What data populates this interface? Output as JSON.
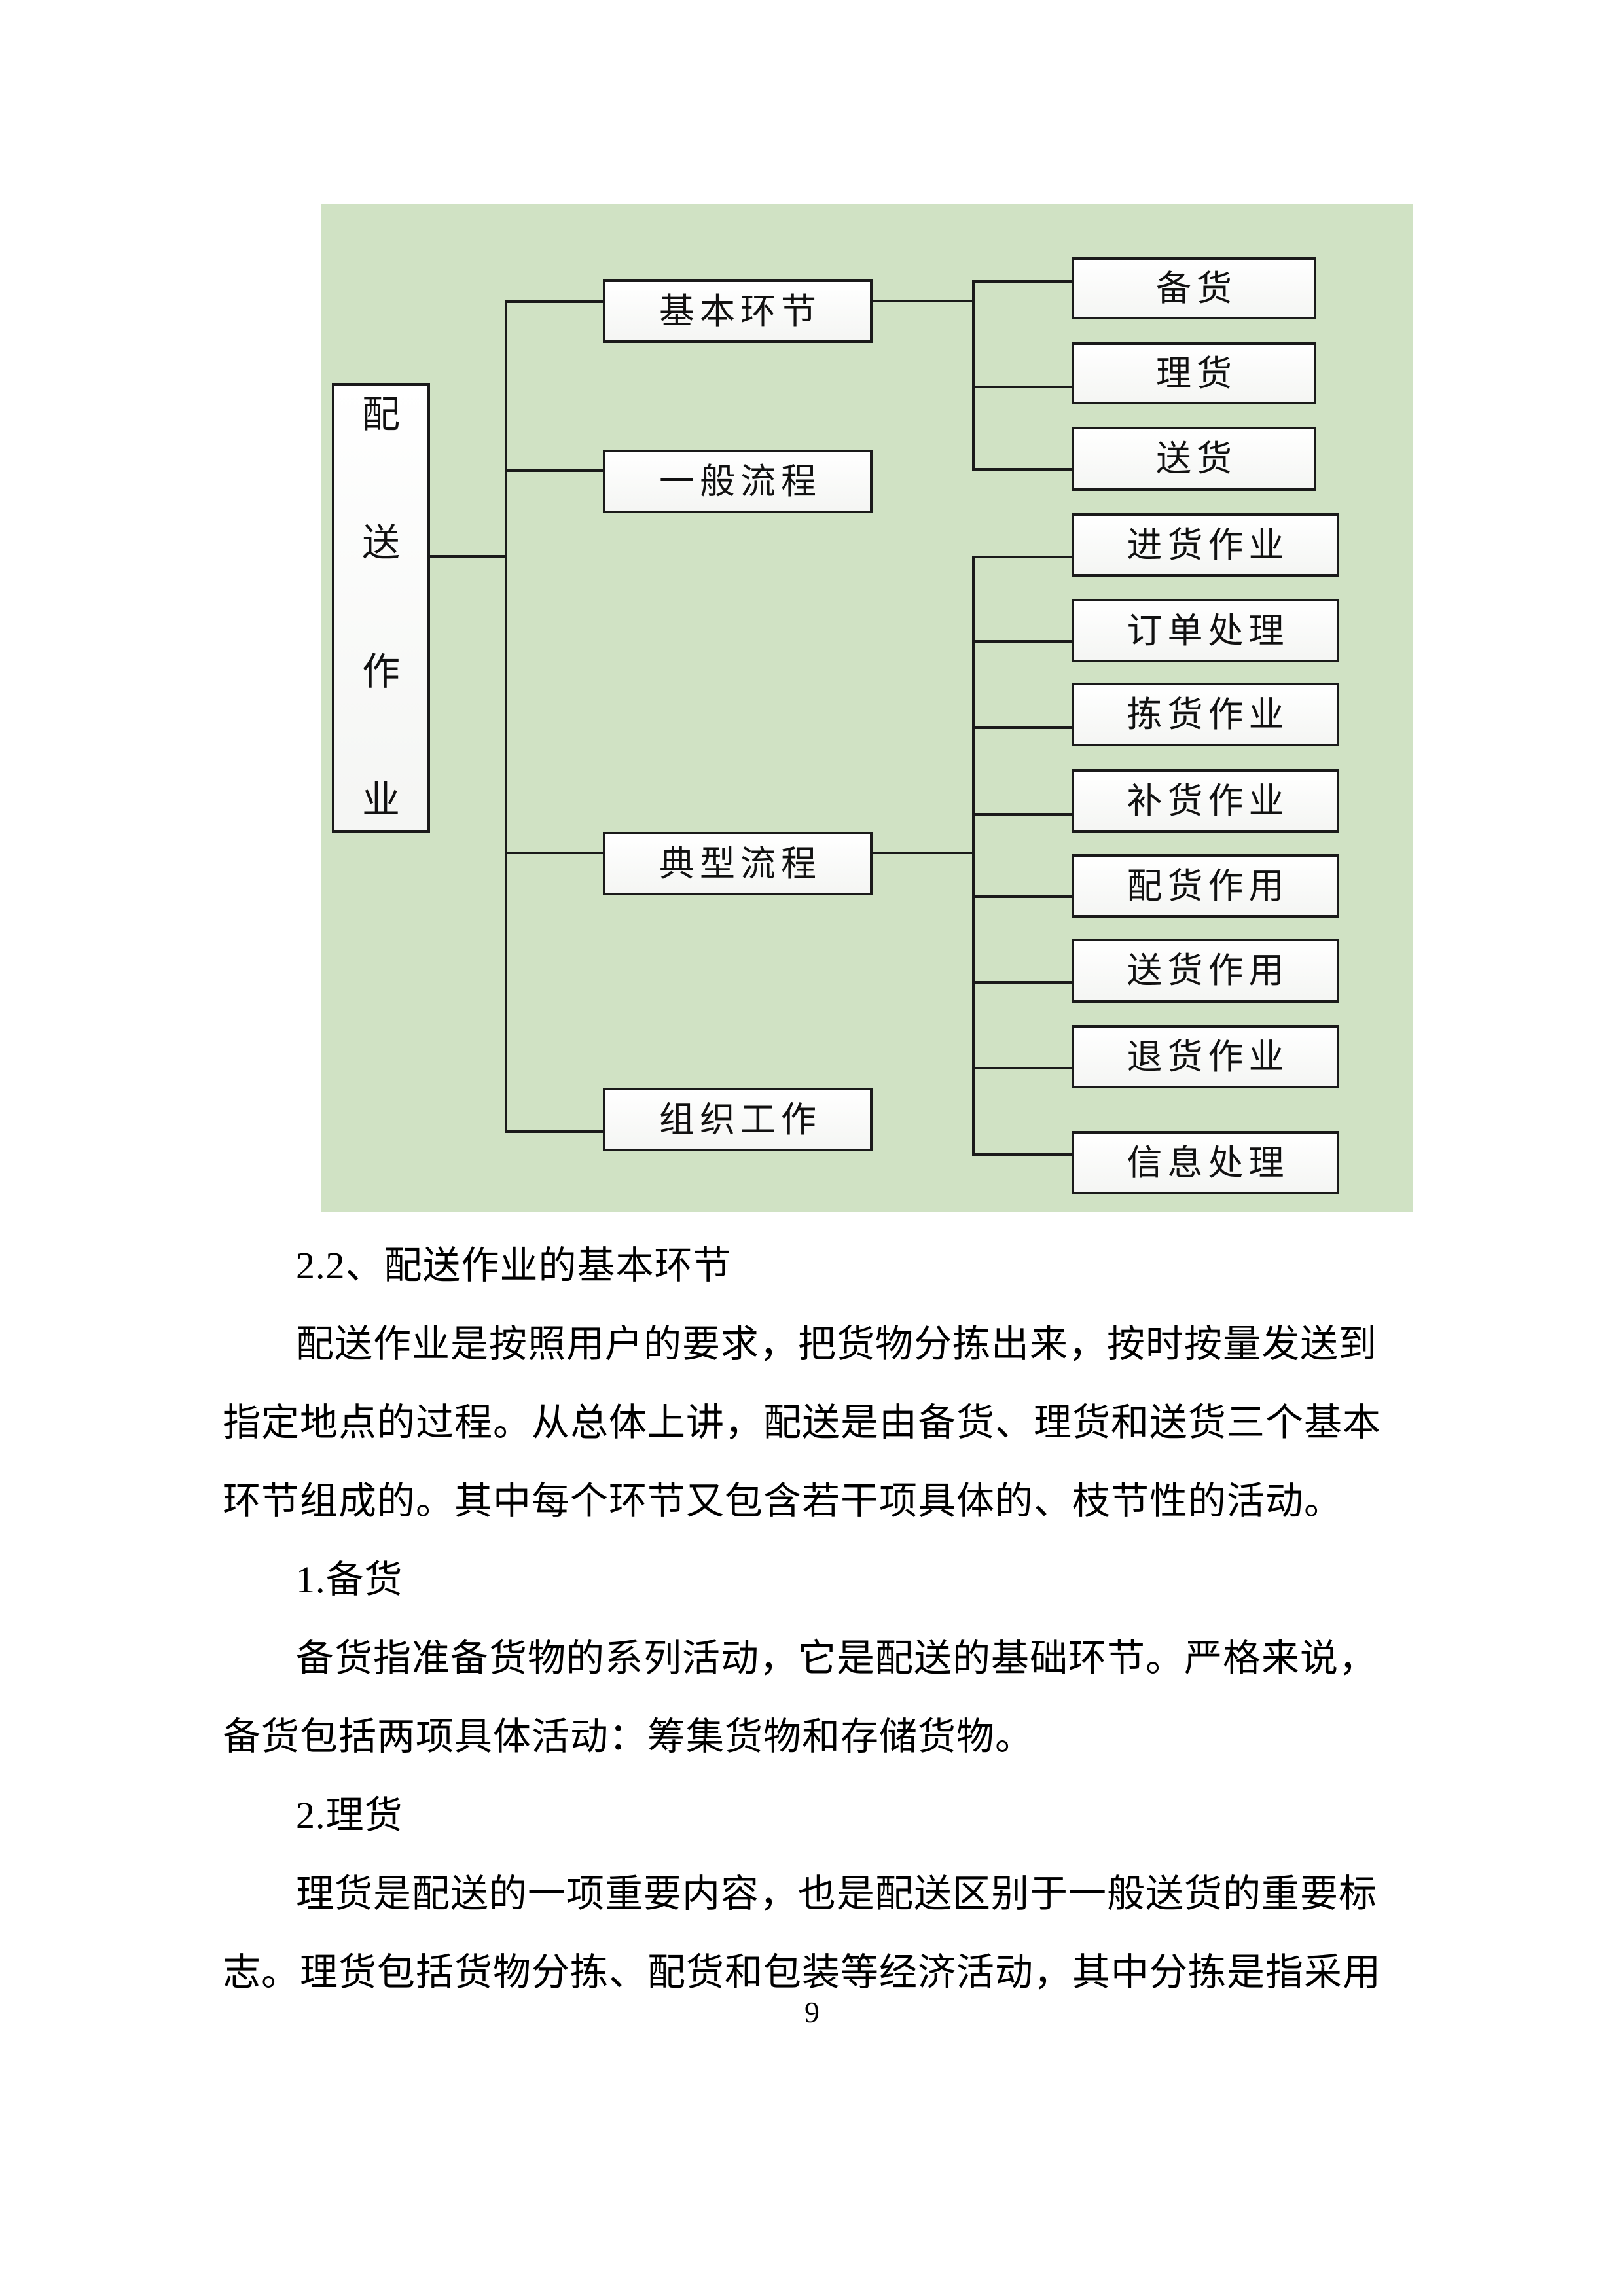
{
  "diagram": {
    "root": {
      "label": "配送作业",
      "chars": [
        "配",
        "送",
        "作",
        "业"
      ]
    },
    "branches": [
      {
        "label": "基本环节",
        "children": [
          "备货",
          "理货",
          "送货"
        ]
      },
      {
        "label": "一般流程",
        "children": []
      },
      {
        "label": "典型流程",
        "children": [
          "进货作业",
          "订单处理",
          "拣货作业",
          "补货作业",
          "配货作用",
          "送货作用",
          "退货作业",
          "信息处理"
        ]
      },
      {
        "label": "组织工作",
        "children": []
      }
    ],
    "colors": {
      "background": "#d0e2c4",
      "box_fill": "#fdfdfd",
      "line": "#1a1a1a"
    }
  },
  "document": {
    "heading": "2.2、配送作业的基本环节",
    "lines": [
      "配送作业是按照用户的要求，把货物分拣出来，按时按量发送到",
      "指定地点的过程。从总体上讲，配送是由备货、理货和送货三个基本",
      "环节组成的。其中每个环节又包含若干项具体的、枝节性的活动。",
      "1.备货",
      "备货指准备货物的系列活动，它是配送的基础环节。严格来说，",
      "备货包括两项具体活动：筹集货物和存储货物。",
      "2.理货",
      "理货是配送的一项重要内容，也是配送区别于一般送货的重要标",
      "志。理货包括货物分拣、配货和包装等经济活动，其中分拣是指采用"
    ],
    "page_number": "9"
  }
}
